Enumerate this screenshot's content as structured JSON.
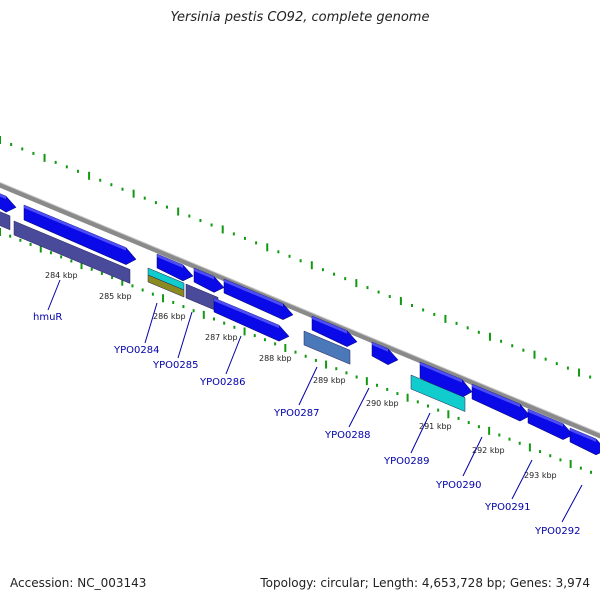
{
  "title": "Yersinia pestis CO92, complete genome",
  "footer": {
    "accession": "Accession: NC_003143",
    "summary": "Topology: circular; Length: 4,653,728 bp; Genes: 3,974"
  },
  "colors": {
    "backbone": "#888888",
    "dots_outer": "#119911",
    "dots_inner": "#119911",
    "gene": "#0a0ae8",
    "gene_dark": "#0000bb",
    "pseudo": "#4a4a9a",
    "cyan": "#11cccc",
    "olive": "#8a8a20",
    "steel": "#4a78b8",
    "label": "#0000aa",
    "tick_label": "#222222"
  },
  "kbp_ticks": [
    "284 kbp",
    "285 kbp",
    "286 kbp",
    "287 kbp",
    "288 kbp",
    "289 kbp",
    "290 kbp",
    "291 kbp",
    "292 kbp",
    "293 kbp"
  ],
  "gene_labels": [
    "hmuR",
    "YPO0284",
    "YPO0285",
    "YPO0286",
    "YPO0287",
    "YPO0288",
    "YPO0289",
    "YPO0290",
    "YPO0291",
    "YPO0292"
  ]
}
